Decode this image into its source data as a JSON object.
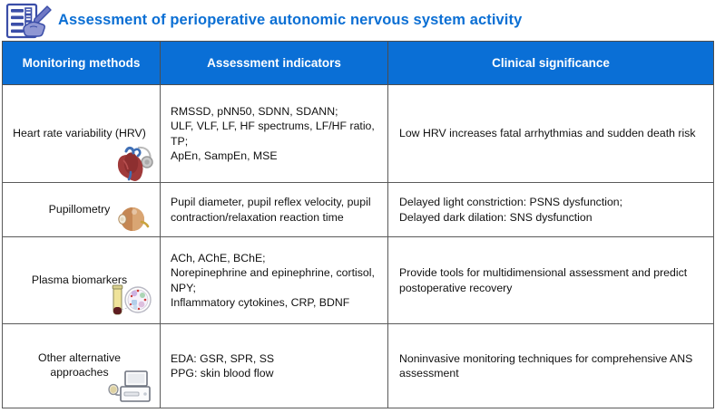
{
  "header": {
    "icon": "clipboard-checklist-with-pen-icon",
    "title": "Assessment of perioperative autonomic nervous system activity",
    "title_color": "#0b6fd4"
  },
  "table": {
    "header_bg": "#0a6fd6",
    "header_text_color": "#ffffff",
    "columns": [
      {
        "label": "Monitoring methods"
      },
      {
        "label": "Assessment indicators"
      },
      {
        "label": "Clinical significance"
      }
    ],
    "rows": [
      {
        "method": "Heart rate variability\n(HRV)",
        "method_icon": "heart-with-stethoscope-icon",
        "indicators": "RMSSD, pNN50, SDNN, SDANN;\nULF, VLF, LF, HF spectrums, LF/HF ratio, TP;\nApEn, SampEn, MSE",
        "significance": "Low HRV increases fatal arrhythmias and sudden death risk"
      },
      {
        "method": "Pupillometry",
        "method_icon": "eyeball-icon",
        "indicators": "Pupil diameter, pupil reflex velocity, pupil contraction/relaxation reaction time",
        "significance": "Delayed light constriction: PSNS dysfunction;\nDelayed dark dilation: SNS dysfunction"
      },
      {
        "method": "Plasma\nbiomarkers",
        "method_icon": "blood-tube-and-petri-dish-icon",
        "indicators": "ACh, AChE, BChE;\nNorepinephrine and epinephrine, cortisol, NPY;\nInflammatory cytokines, CRP, BDNF",
        "significance": "Provide tools for multidimensional assessment and predict postoperative recovery"
      },
      {
        "method": "Other alternative\napproaches",
        "method_icon": "monitoring-device-icon",
        "indicators": "EDA: GSR, SPR, SS\nPPG: skin blood flow",
        "significance": "Noninvasive monitoring techniques for comprehensive ANS assessment"
      }
    ]
  }
}
